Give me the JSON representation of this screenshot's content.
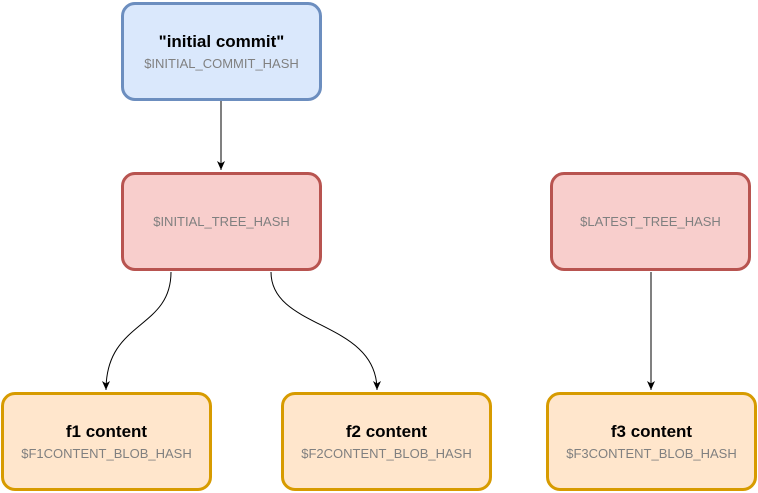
{
  "colors": {
    "commit_fill": "#dae8fc",
    "commit_stroke": "#6c8ebf",
    "tree_fill": "#f8cecc",
    "tree_stroke": "#b85450",
    "blob_fill": "#ffe6cc",
    "blob_stroke": "#d79b00",
    "edge": "#000000",
    "hash_text": "#808080"
  },
  "nodes": {
    "commit": {
      "title": "\"initial commit\"",
      "hash": "$INITIAL_COMMIT_HASH"
    },
    "initial_tree": {
      "hash": "$INITIAL_TREE_HASH"
    },
    "latest_tree": {
      "hash": "$LATEST_TREE_HASH"
    },
    "blob_f1": {
      "title": "f1 content",
      "hash": "$F1CONTENT_BLOB_HASH"
    },
    "blob_f2": {
      "title": "f2 content",
      "hash": "$F2CONTENT_BLOB_HASH"
    },
    "blob_f3": {
      "title": "f3 content",
      "hash": "$F3CONTENT_BLOB_HASH"
    }
  },
  "edges": [
    {
      "from": "commit",
      "to": "initial_tree"
    },
    {
      "from": "initial_tree",
      "to": "blob_f1"
    },
    {
      "from": "initial_tree",
      "to": "blob_f2"
    },
    {
      "from": "latest_tree",
      "to": "blob_f3"
    }
  ]
}
